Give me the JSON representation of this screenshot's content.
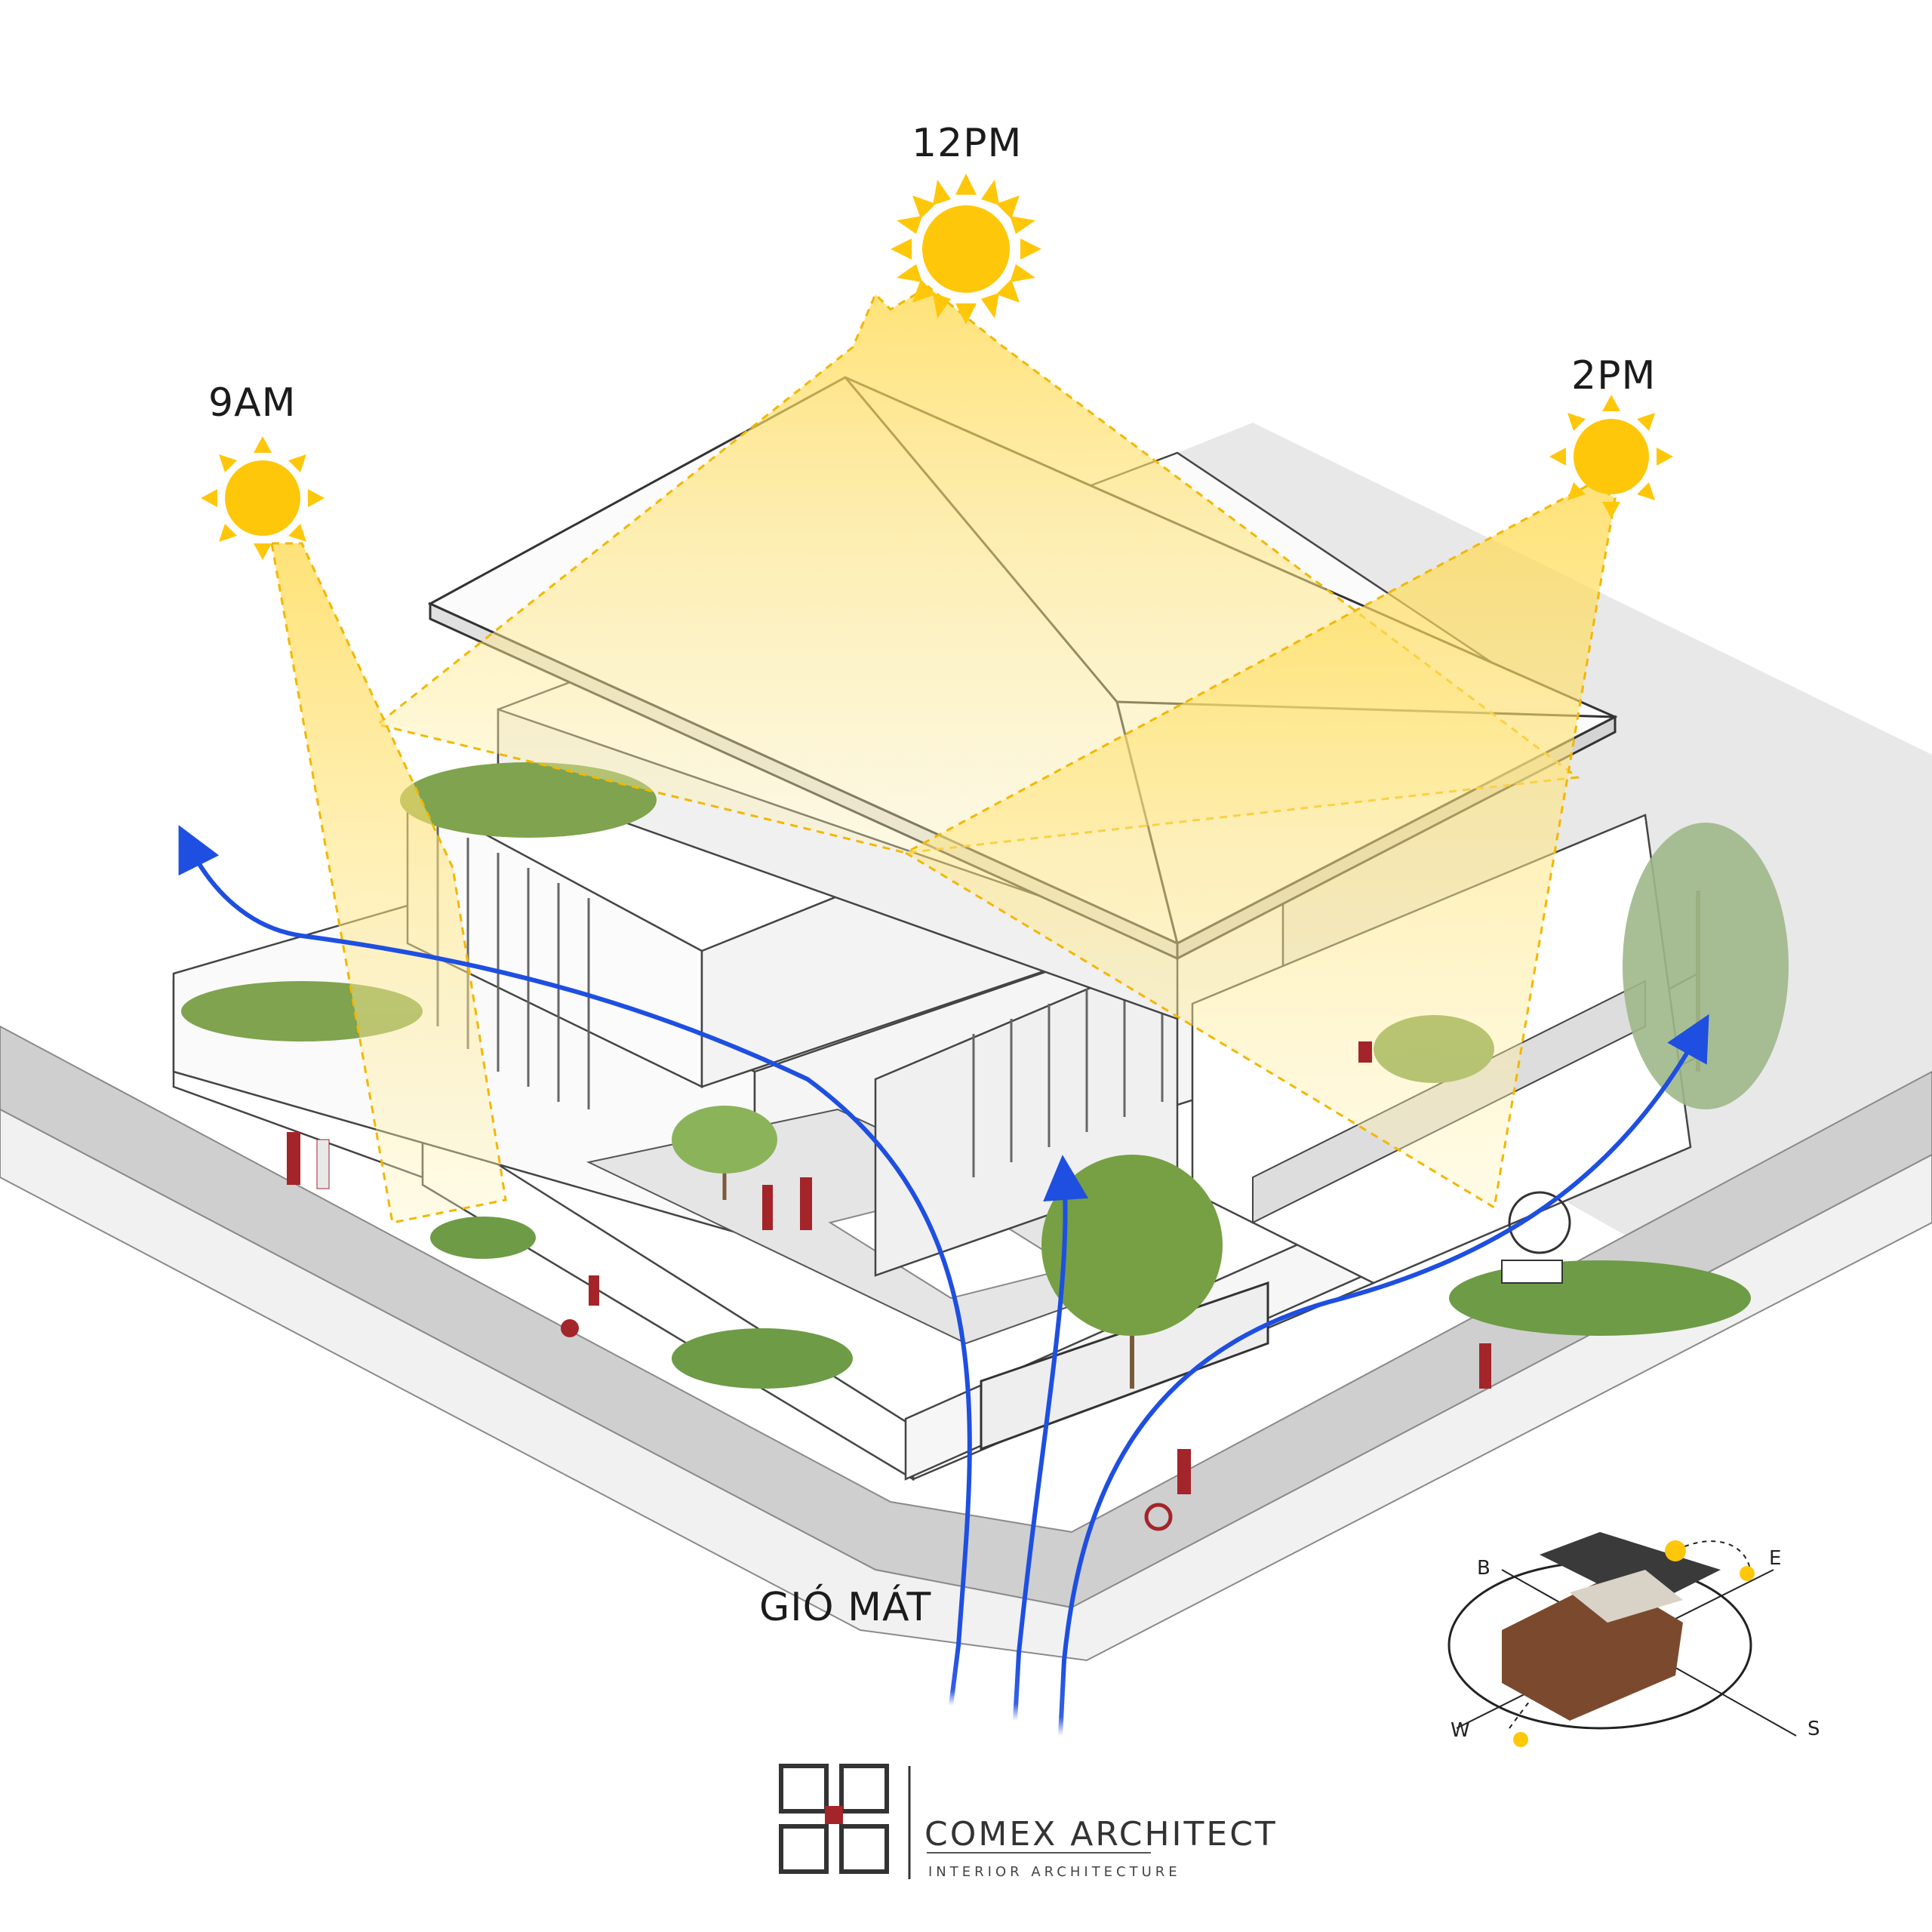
{
  "labels": {
    "sun_9am": "9AM",
    "sun_12pm": "12PM",
    "sun_2pm": "2PM",
    "wind": "GIÓ MÁT"
  },
  "compass": {
    "east": "E",
    "west": "W",
    "south": "S",
    "north": "B"
  },
  "brand": {
    "name": "COMEX ARCHITECT",
    "tagline": "INTERIOR        ARCHITECTURE"
  },
  "colors": {
    "sun": "#FFC70A",
    "sun_beam": "#FFE066",
    "wind_arrow": "#1E4FE0",
    "accent_red": "#A3252A",
    "street": "#C9C9C9",
    "shadow": "#E6E6E6",
    "greenery": "#6E9B45"
  },
  "icons": [
    "sun-icon",
    "wind-arrow-icon",
    "compass-icon",
    "house-model-icon",
    "logo-mark-icon"
  ]
}
